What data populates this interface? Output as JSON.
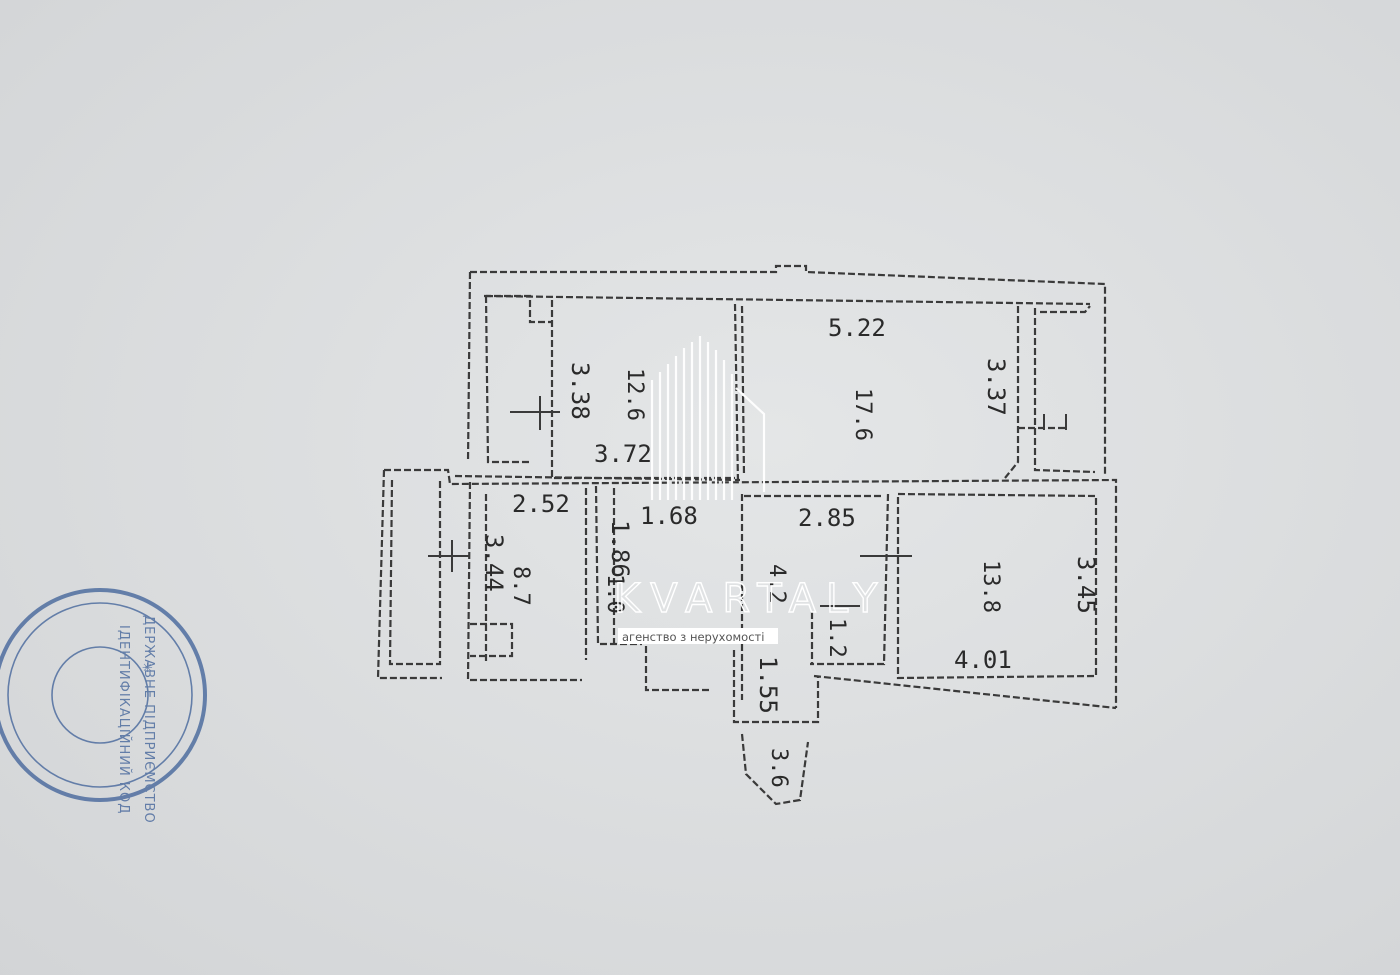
{
  "floor_plan": {
    "room_1": {
      "area": "12.6",
      "dim_width": "3.72",
      "dim_height": "3.38"
    },
    "room_2": {
      "area": "17.6",
      "dim_width": "5.22",
      "dim_height": "3.37"
    },
    "room_3": {
      "area": "8.7",
      "dim_width": "2.52",
      "dim_height": "3.44"
    },
    "room_4": {
      "area": "1.0",
      "dim_width": "1.68",
      "dim_height": "1.86"
    },
    "room_5": {
      "area": "4.2",
      "dim_width": "2.85"
    },
    "room_6": {
      "area": "13.8",
      "dim_width": "4.01",
      "dim_height": "3.45"
    },
    "room_7": {
      "area": "1.2"
    },
    "corridor": {
      "dim": "1.55"
    },
    "room_8": {
      "area": "3.6"
    }
  },
  "watermark": {
    "brand": "KVARTALY",
    "tagline": "агенство з нерухомості"
  },
  "colors": {
    "paper": "#dcdedf",
    "ink": "#2a2a2a",
    "stamp": "#4f6ea0"
  }
}
